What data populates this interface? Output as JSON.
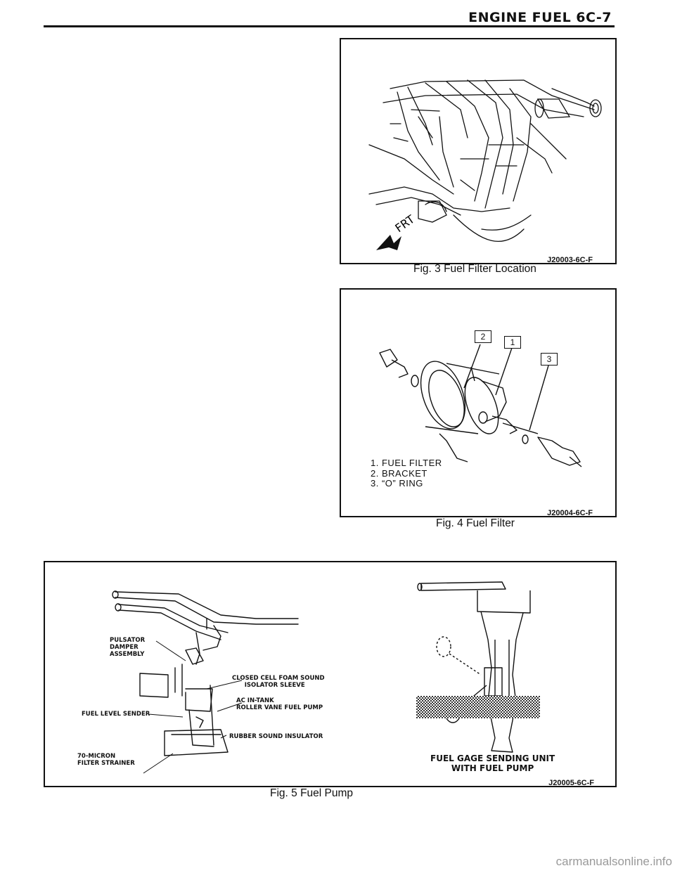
{
  "header": {
    "title": "ENGINE FUEL 6C-7"
  },
  "figures": {
    "fig3": {
      "code": "J20003-6C-F",
      "caption": "Fig. 3 Fuel Filter Location",
      "arrow_label": "FRT"
    },
    "fig4": {
      "code": "J20004-6C-F",
      "caption": "Fig. 4 Fuel Filter",
      "callout_numbers": [
        "2",
        "1",
        "3"
      ],
      "legend": [
        "1. FUEL FILTER",
        "2. BRACKET",
        "3. “O” RING"
      ]
    },
    "fig5": {
      "code": "J20005-6C-F",
      "caption": "Fig. 5 Fuel Pump",
      "labels": {
        "pulsator": "PULSATOR\nDAMPER\nASSEMBLY",
        "foam": "CLOSED CELL FOAM SOUND\n      ISOLATOR SLEEVE",
        "pump": "AC IN-TANK\nROLLER VANE FUEL PUMP",
        "sender": "FUEL LEVEL SENDER",
        "insulator": "RUBBER SOUND INSULATOR",
        "strainer": "70-MICRON\nFILTER STRAINER",
        "unit": "FUEL GAGE SENDING UNIT\nWITH FUEL PUMP"
      }
    }
  },
  "watermark": "carmanualsonline.info"
}
